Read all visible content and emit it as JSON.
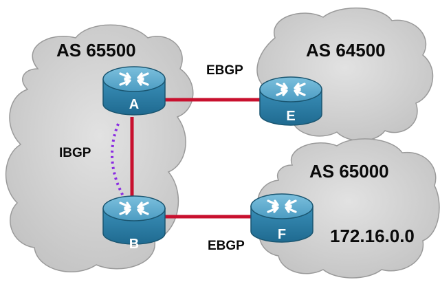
{
  "diagram": {
    "autonomous_systems": [
      {
        "id": "as-left",
        "label": "AS 65500"
      },
      {
        "id": "as-top-right",
        "label": "AS 64500"
      },
      {
        "id": "as-bottom-right",
        "label": "AS 65000"
      }
    ],
    "routers": [
      {
        "id": "A",
        "label": "A"
      },
      {
        "id": "B",
        "label": "B"
      },
      {
        "id": "E",
        "label": "E"
      },
      {
        "id": "F",
        "label": "F"
      }
    ],
    "links": {
      "ebgp_top": "EBGP",
      "ebgp_bottom": "EBGP",
      "ibgp": "IBGP"
    },
    "network": "172.16.0.0",
    "colors": {
      "cloud_fill": "#cfcfcf",
      "cloud_stroke": "#8a8a8a",
      "link": "#c8102e",
      "ibgp": "#8a2be2",
      "router_top": "#5aa6c8",
      "router_side": "#2c7ea8"
    }
  }
}
